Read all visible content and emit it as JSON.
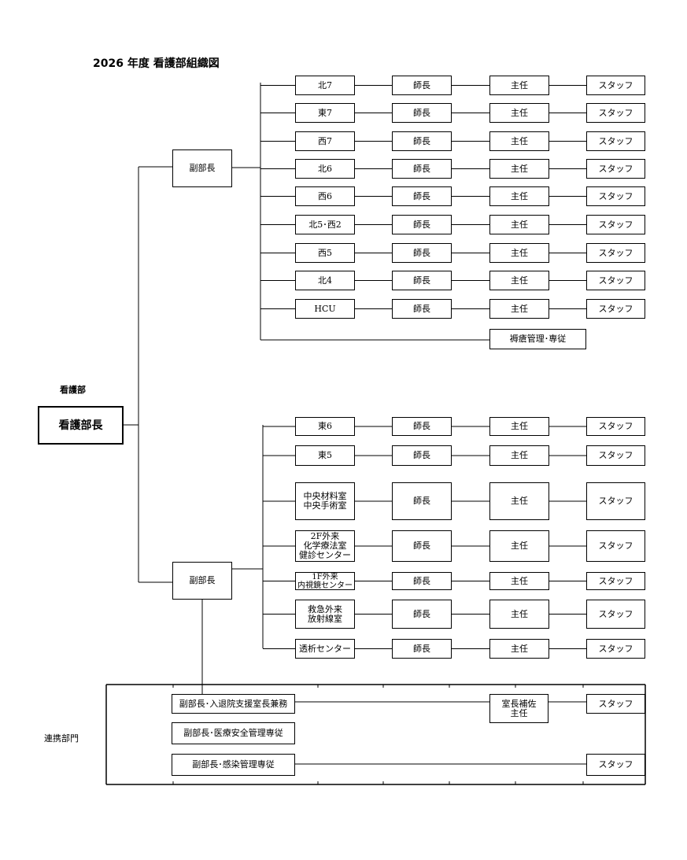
{
  "title": "2026 年度  看護部組織図",
  "department_label": "看護部",
  "director": "看護部長",
  "collab_label": "連携部門",
  "labels": {
    "deputy": "副部長",
    "head_nurse": "師長",
    "chief": "主任",
    "staff": "スタッフ"
  },
  "group1_units": [
    "北7",
    "東7",
    "西7",
    "北6",
    "西6",
    "北5･西2",
    "西5",
    "北4",
    "HCU"
  ],
  "group1_dedicated": "褥瘡管理･専従",
  "group2_units": [
    "東6",
    "東5",
    "中央材料室\n中央手術室",
    "2F外来\n化学療法室\n健診センター",
    "1F外来\n内視鏡センター",
    "救急外来\n放射線室",
    "透析センター"
  ],
  "collab": {
    "row1": "副部長･入退院支援室長兼務",
    "row1_assistant": "室長補佐\n主任",
    "row2": "副部長･医療安全管理専従",
    "row3": "副部長･感染管理専従"
  }
}
